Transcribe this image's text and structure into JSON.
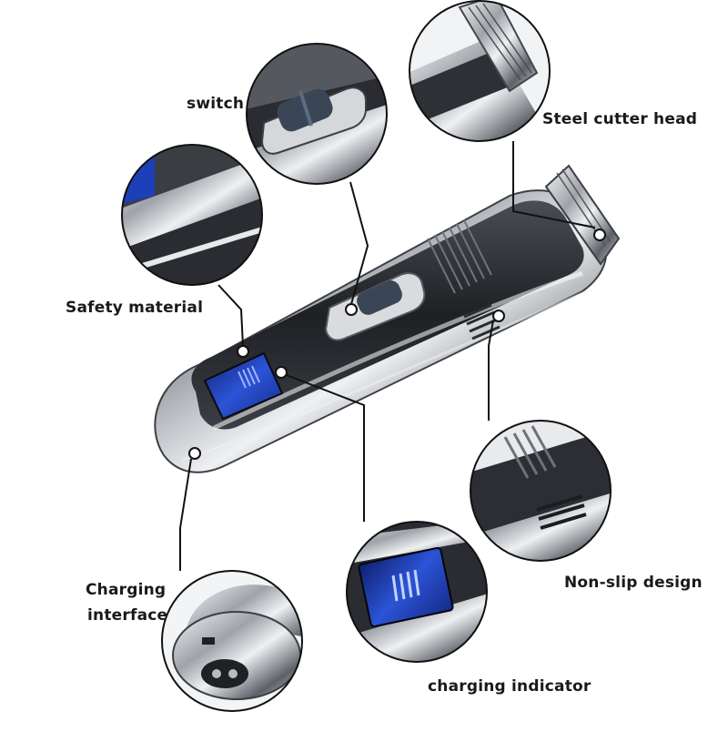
{
  "labels": {
    "switch": "switch",
    "steel_cutter_head": "Steel cutter head",
    "safety_material": "Safety material",
    "non_slip_design": "Non-slip design",
    "charging_interface_line1": "Charging",
    "charging_interface_line2": "interface",
    "charging_indicator": "charging indicator"
  },
  "colors": {
    "body_dark": "#2a2c31",
    "chrome_light": "#e6e8ec",
    "chrome_mid": "#8e9298",
    "display_blue": "#1d3fb8",
    "callout_line": "#111111"
  }
}
